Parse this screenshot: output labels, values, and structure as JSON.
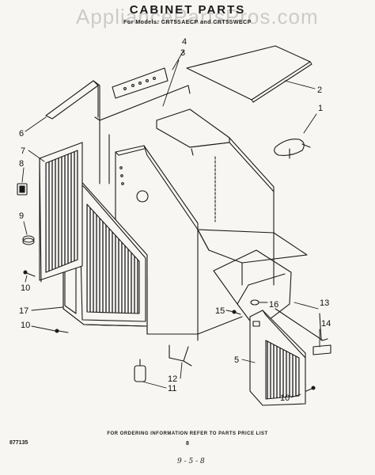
{
  "watermark": "AppliancePartsPros.com",
  "header": {
    "title": "CABINET PARTS",
    "subtitle": "For Models: CRT5SAECP and CRT5SWECP"
  },
  "callouts": [
    "1",
    "2",
    "3",
    "4",
    "5",
    "6",
    "7",
    "8",
    "9",
    "10",
    "10",
    "10",
    "11",
    "12",
    "13",
    "14",
    "15",
    "16",
    "17"
  ],
  "footer": {
    "note": "FOR ORDERING INFORMATION REFER TO PARTS PRICE LIST",
    "page_number": "8",
    "catalog_number": "877135",
    "handwritten": "9 - 5 - 8"
  }
}
